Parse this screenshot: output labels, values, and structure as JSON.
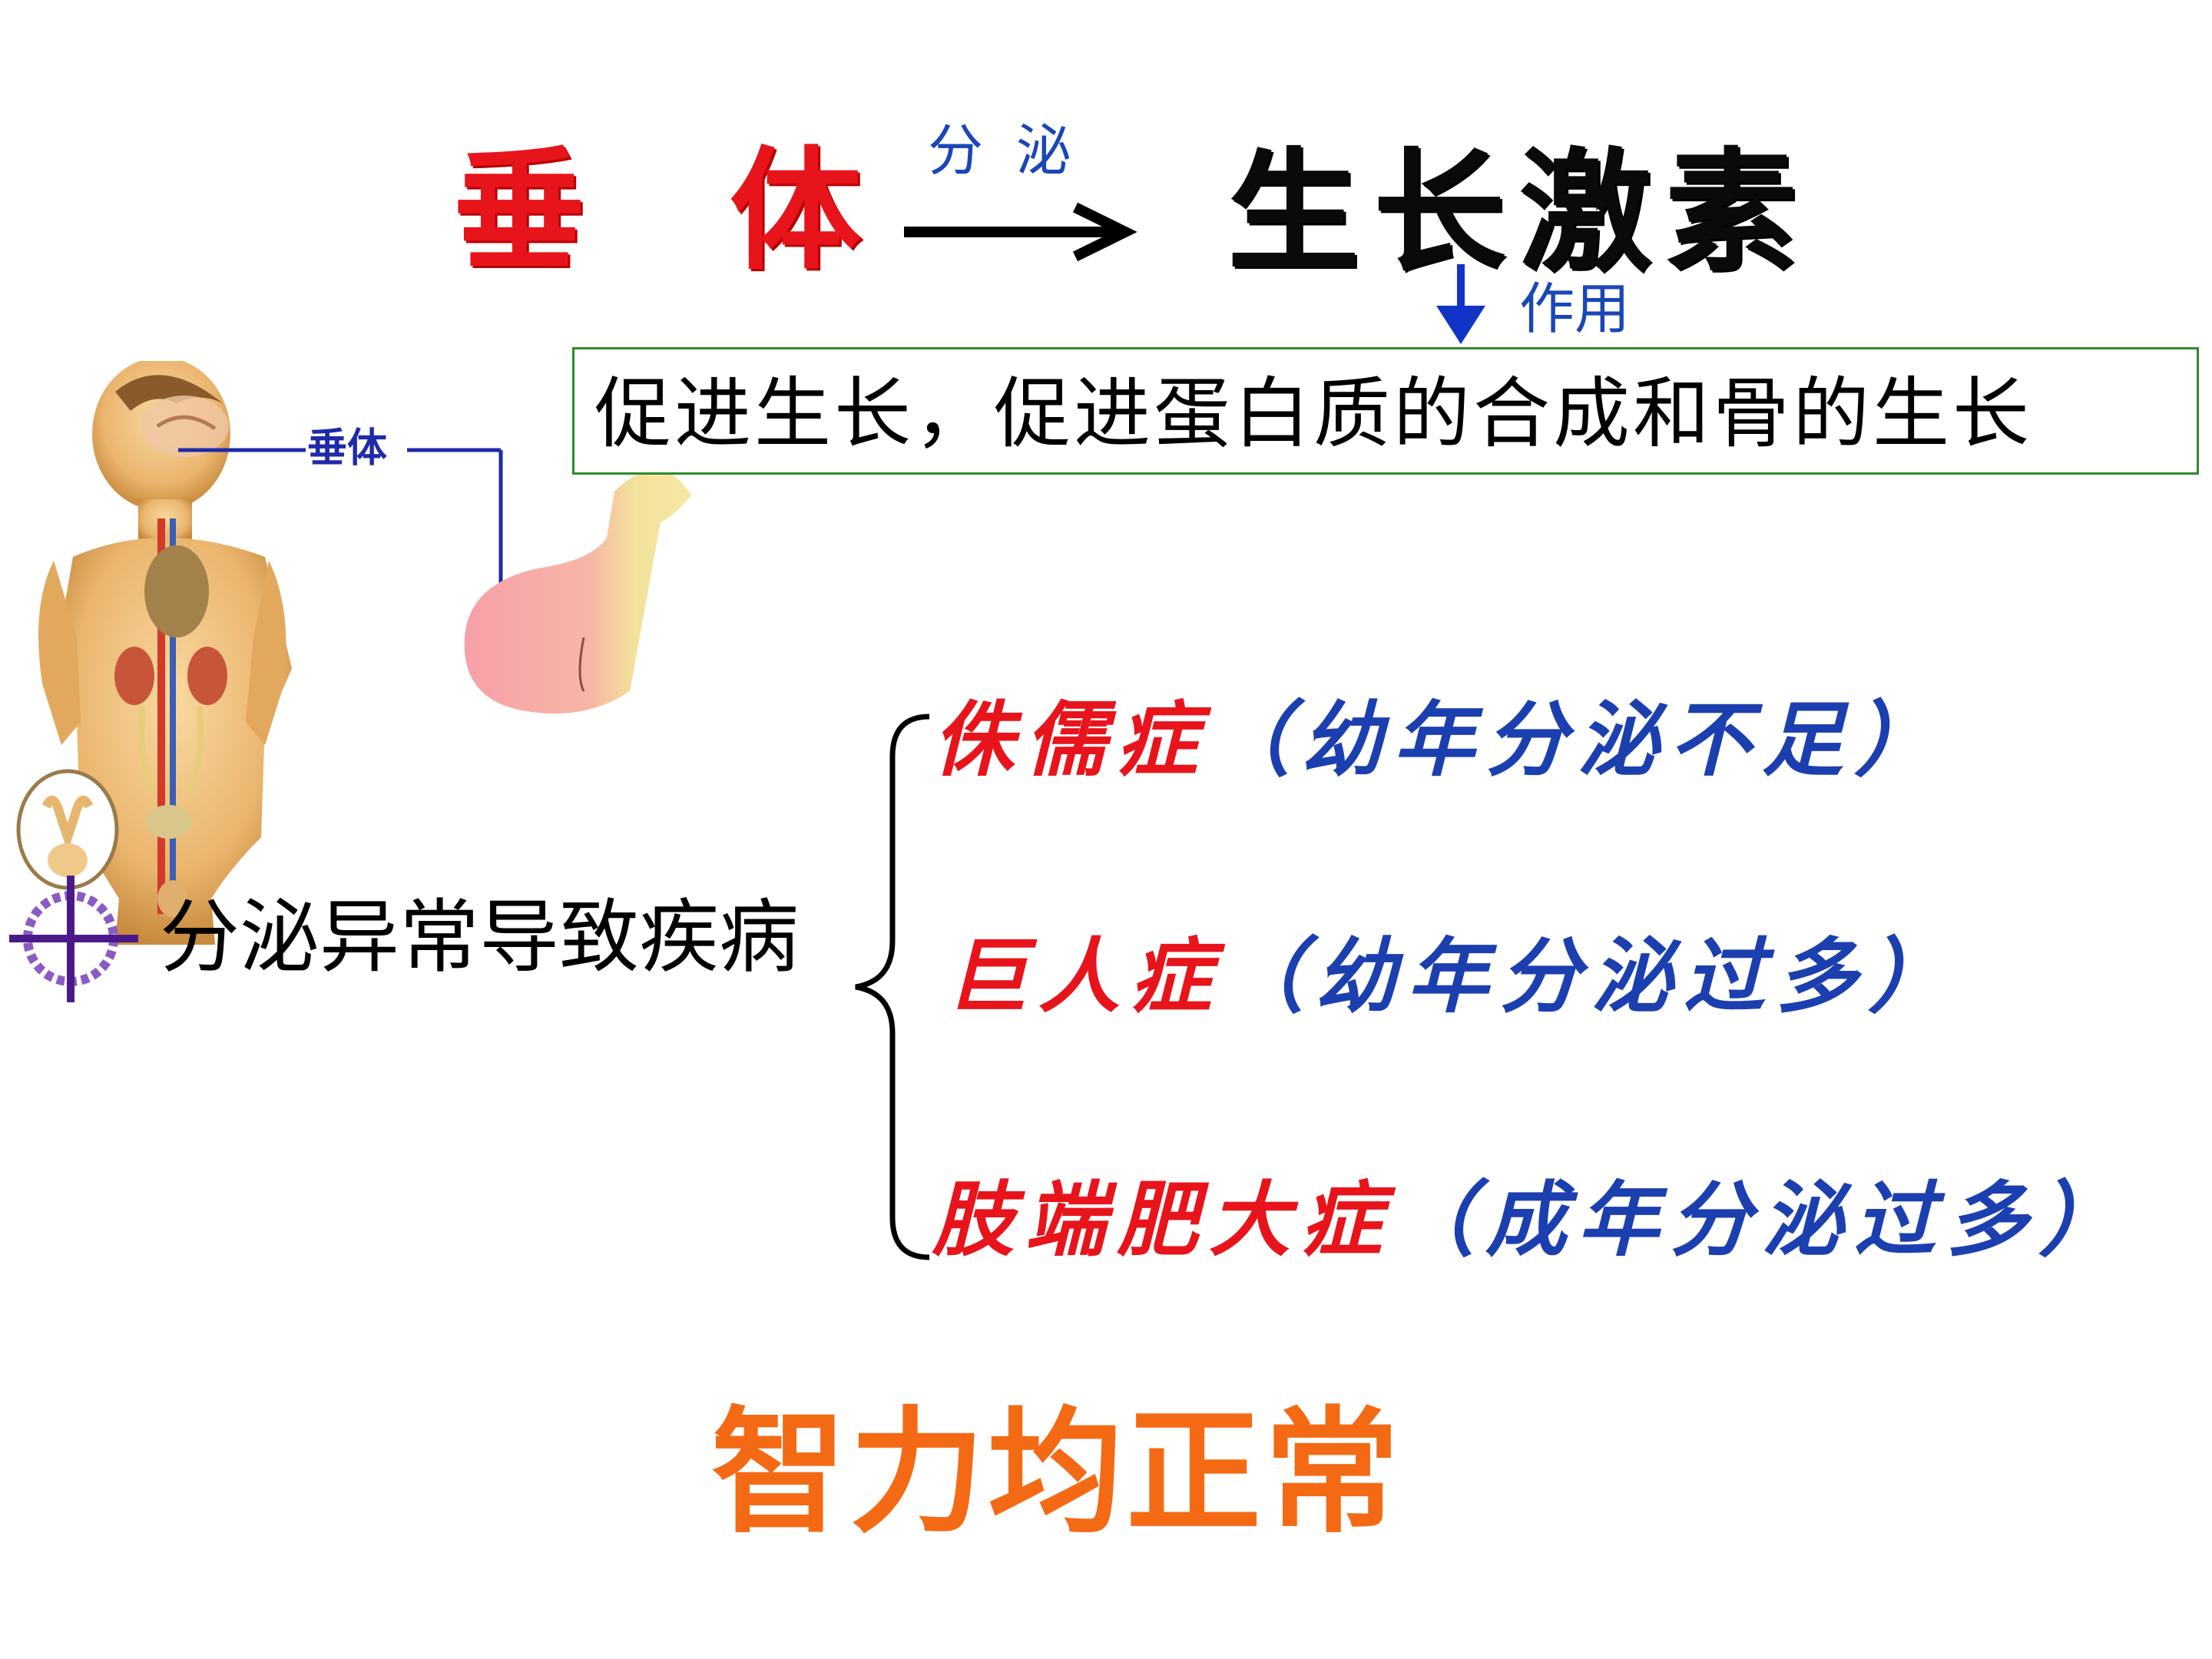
{
  "header": {
    "source": "垂　体",
    "arrow_label": "分 泌",
    "target": "生长激素",
    "effect_label": "作用"
  },
  "effect_box": {
    "text": "促进生长，促进蛋白质的合成和骨的生长"
  },
  "figure": {
    "label": "垂体",
    "subject": "child-body-anatomy",
    "gland": "pituitary-gland"
  },
  "disorders": {
    "heading": "分泌异常导致疾病",
    "items": [
      {
        "name": "侏儒症",
        "cause": "（幼年分泌不足）"
      },
      {
        "name": "巨人症",
        "cause": "（幼年分泌过多）"
      },
      {
        "name": "肢端肥大症",
        "cause": "（成年分泌过多）"
      }
    ]
  },
  "conclusion": {
    "text": "智力均正常"
  },
  "colors": {
    "red": "#e8141b",
    "blue": "#1c3fb0",
    "orange": "#f46a14",
    "box_border": "#2f8a2f"
  },
  "icons": [
    "crosshair-target-icon",
    "arrow-right-icon",
    "arrow-down-icon",
    "curly-brace-icon"
  ]
}
